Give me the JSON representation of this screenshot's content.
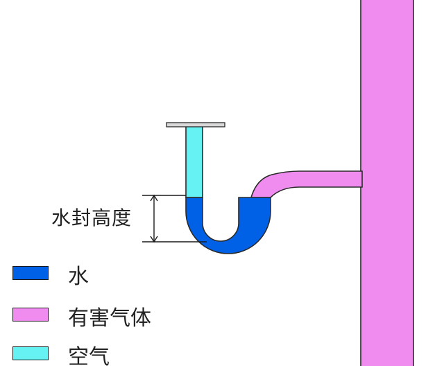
{
  "seal_height_label": "水封高度",
  "legend": [
    {
      "label": "水",
      "color": "#0060e6"
    },
    {
      "label": "有害气体",
      "color": "#f08cf0"
    },
    {
      "label": "空气",
      "color": "#66f2f2"
    }
  ],
  "colors": {
    "water": "#0060e6",
    "gas": "#f08cf0",
    "air": "#66f2f2",
    "outline": "#2a2a2a",
    "grate": "#d8d8d8"
  }
}
